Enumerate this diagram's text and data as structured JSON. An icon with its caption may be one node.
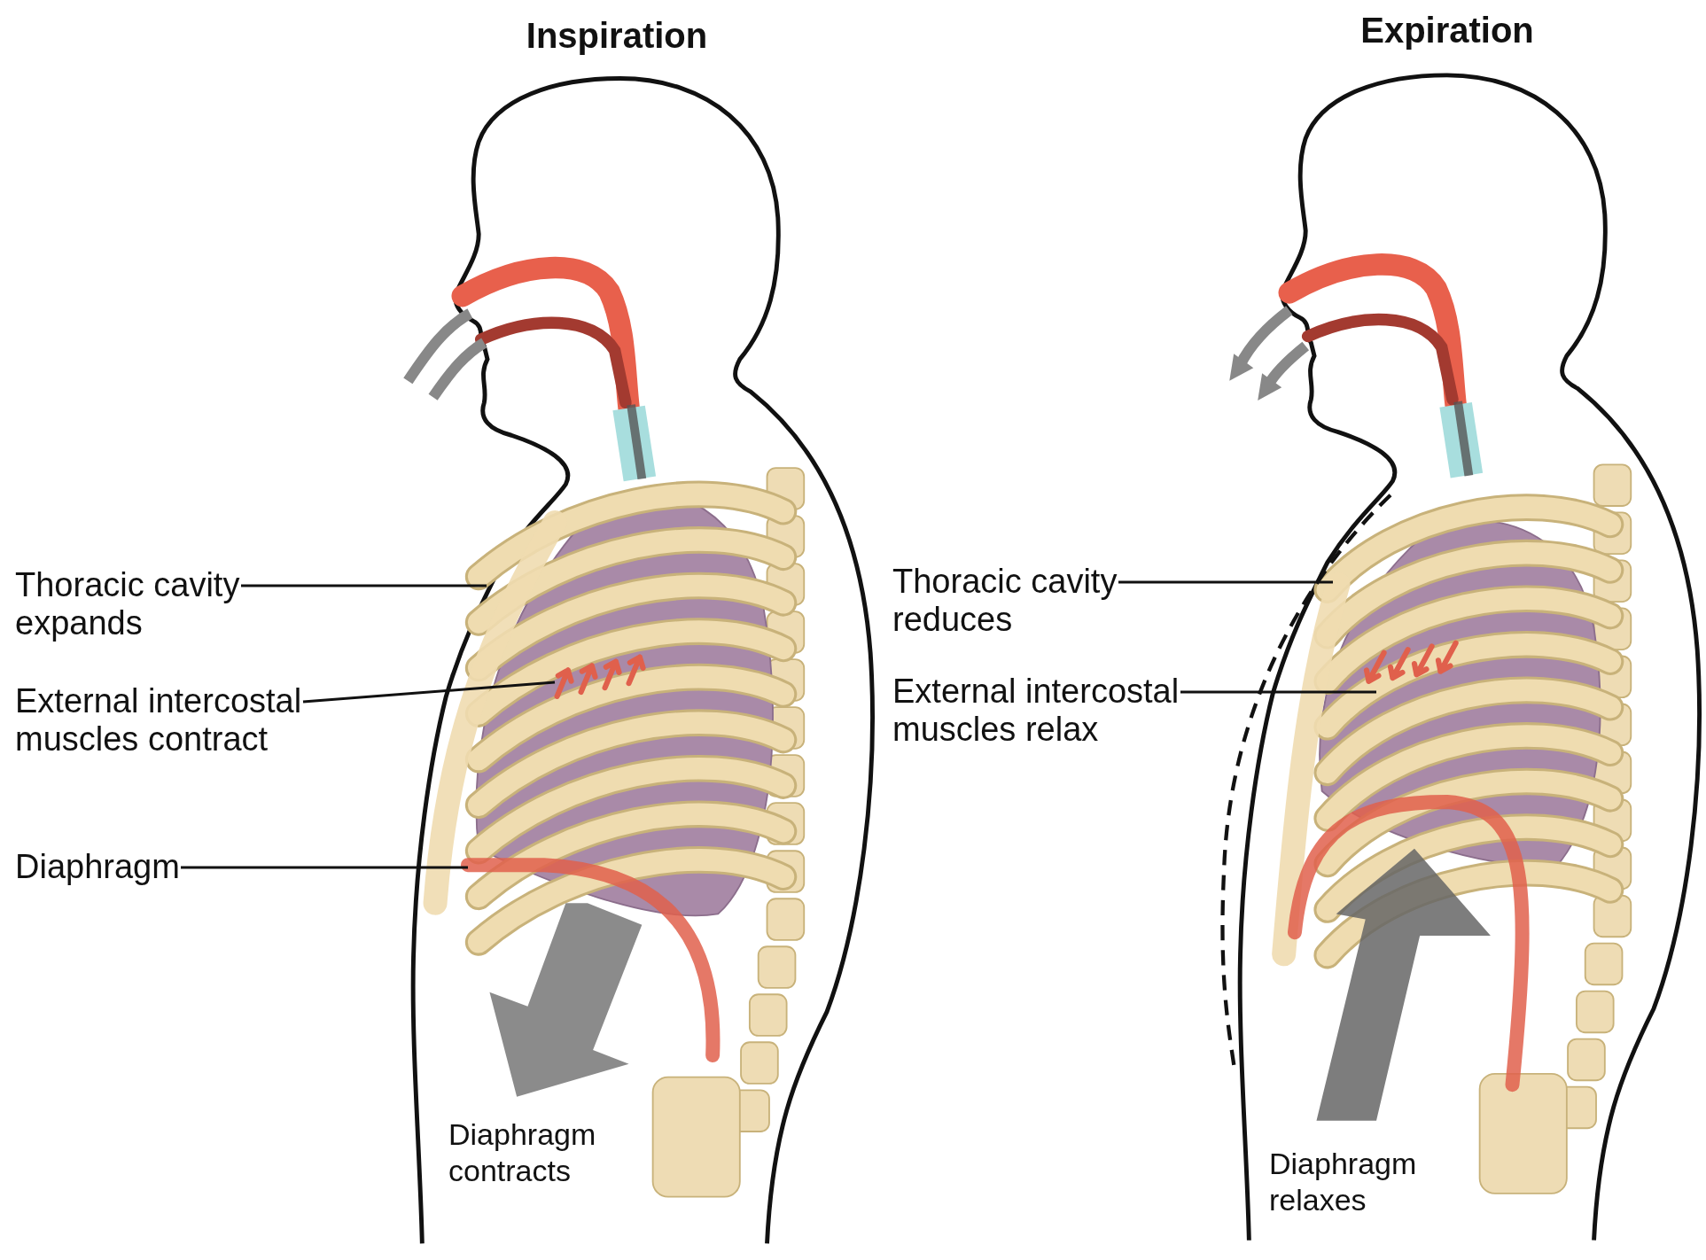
{
  "diagram": {
    "nodes": [
      {
        "text": [
          "Thoracic cavity expands"
        ]
      },
      {
        "text": [
          "External intercostal muscles contract"
        ]
      },
      {
        "text": [
          "Diaphragm"
        ]
      },
      {
        "text": [
          "Thoracic cavity reduces"
        ]
      },
      {
        "text": [
          "External intercostal muscles relax"
        ]
      }
    ],
    "edges": [
      {
        "from": 0,
        "to": null,
        "arrow": "none"
      },
      {
        "from": 1,
        "to": null,
        "arrow": "none"
      },
      {
        "from": 2,
        "to": null,
        "arrow": "none"
      },
      {
        "from": 3,
        "to": null,
        "arrow": "none"
      },
      {
        "from": 4,
        "to": null,
        "arrow": "none"
      }
    ],
    "labels": [
      "Inspiration",
      "Expiration",
      "Diaphragm contracts",
      "Diaphragm relaxes"
    ]
  }
}
